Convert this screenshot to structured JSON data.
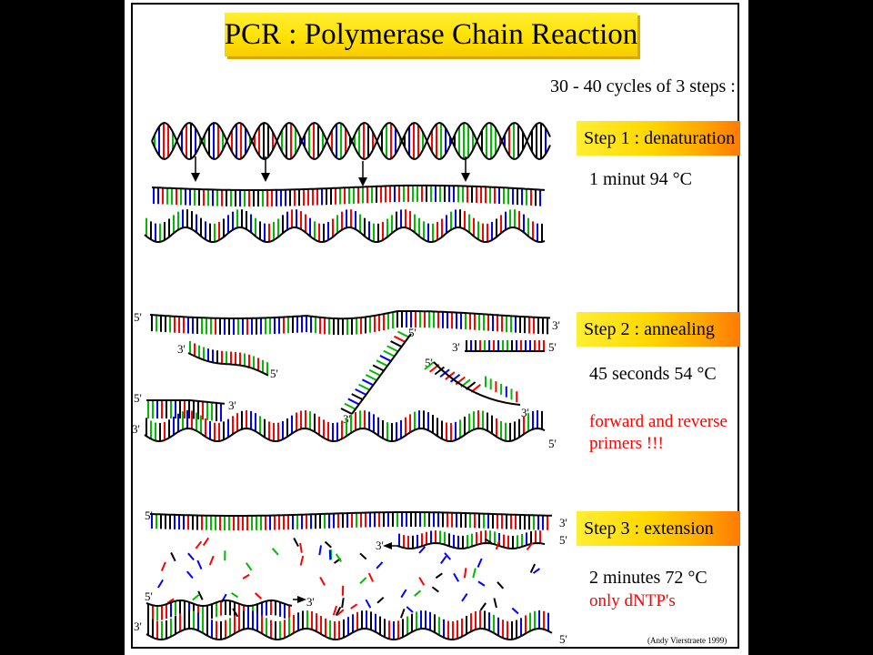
{
  "title": "PCR : Polymerase Chain Reaction",
  "cycles_text": "30 - 40 cycles of 3 steps :",
  "steps": [
    {
      "label": "Step 1 : denaturation",
      "condition": "1 minut 94 °C",
      "note": ""
    },
    {
      "label": "Step 2 : annealing",
      "condition": "45 seconds 54 °C",
      "note": "forward and reverse primers !!!"
    },
    {
      "label": "Step 3 : extension",
      "condition": "2 minutes 72 °C",
      "note": "only dNTP's"
    }
  ],
  "credit": "(Andy Vierstraete 1999)",
  "strand_ends": {
    "five_prime": "5'",
    "three_prime": "3'"
  },
  "colors": {
    "base_a": "#ff0000",
    "base_b": "#00bb00",
    "base_c": "#0000ff",
    "base_d": "#000000",
    "highlight": "#ffe000",
    "note": "#ff0000"
  }
}
